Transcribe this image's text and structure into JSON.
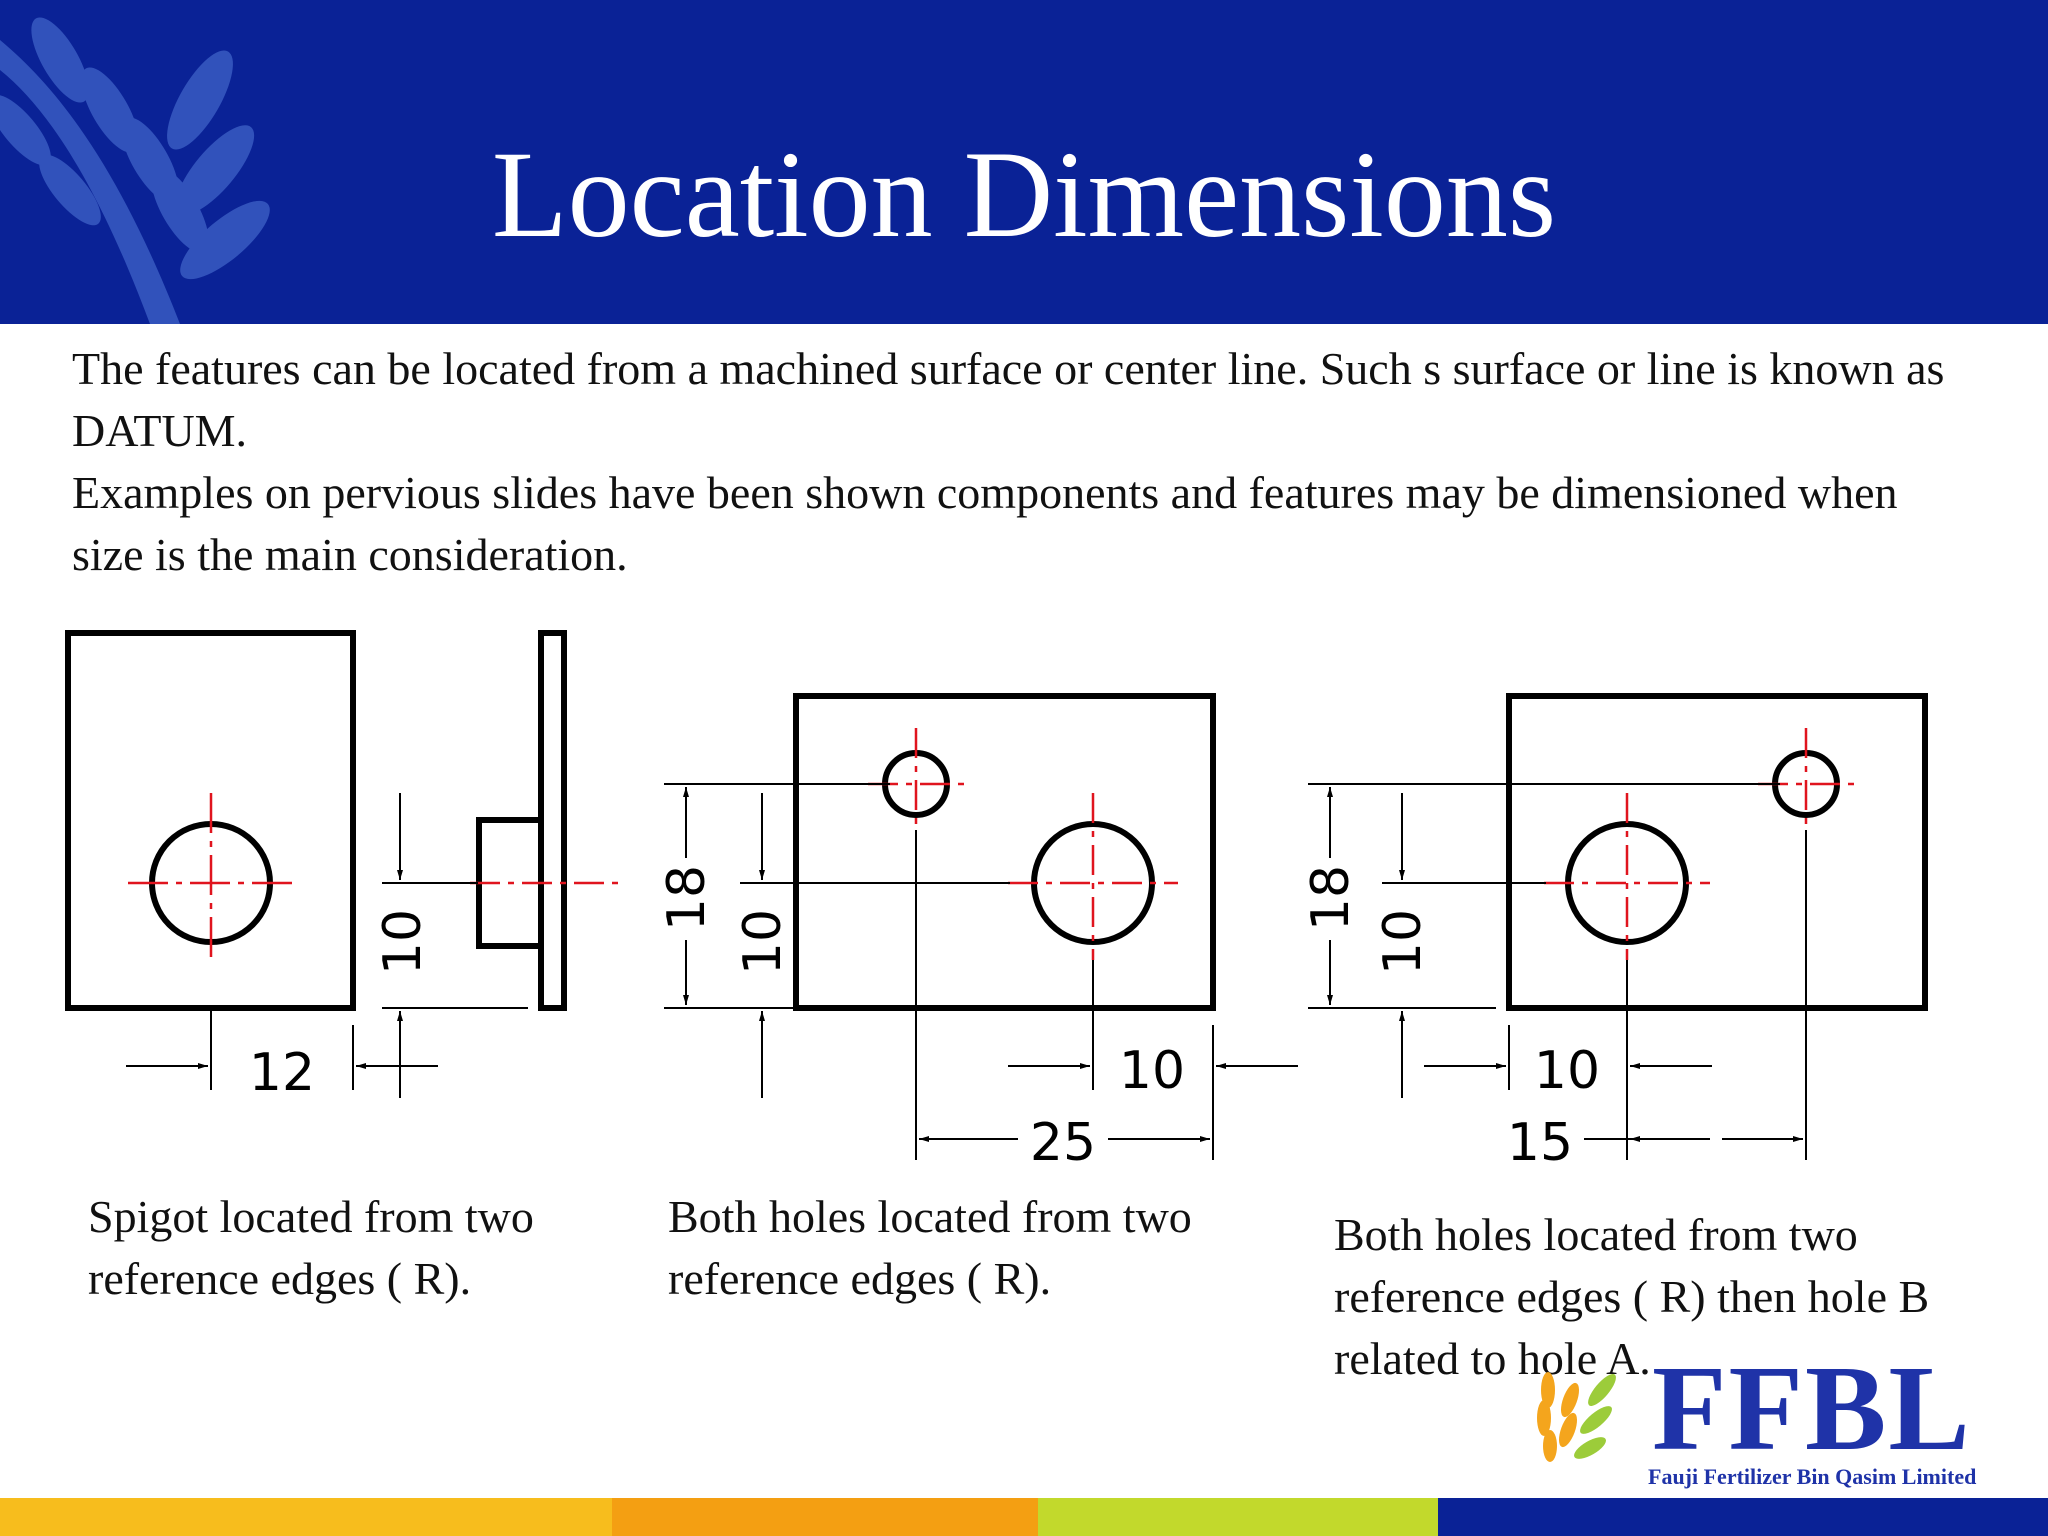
{
  "slide": {
    "title": "Location Dimensions",
    "intro": [
      "The features can be located from a machined surface or center line. Such s surface or line is known as DATUM.",
      "Examples on pervious slides have been shown components and features may be dimensioned when size is the main consideration."
    ]
  },
  "figures": [
    {
      "caption": "Spigot located from two reference edges ( R).",
      "dimensions": [
        "10",
        "12"
      ]
    },
    {
      "caption": "Both holes  located from two reference edges ( R).",
      "dimensions": [
        "18",
        "10",
        "10",
        "25"
      ]
    },
    {
      "caption": "Both holes  located from two reference edges ( R) then hole B related to hole A.",
      "dimensions": [
        "18",
        "10",
        "10",
        "15"
      ]
    }
  ],
  "logo": {
    "name": "FFBL",
    "subtitle": "Fauji Fertilizer Bin Qasim Limited"
  },
  "colors": {
    "header": "#0a2296",
    "centerline": "#e0141e",
    "footer": [
      "#f7bd1d",
      "#f49f12",
      "#c2d92c",
      "#0a2296"
    ]
  }
}
